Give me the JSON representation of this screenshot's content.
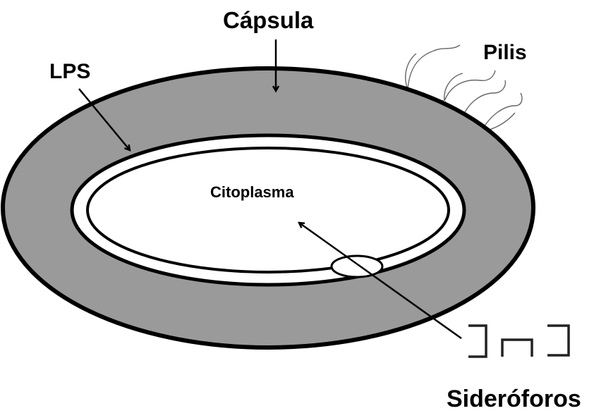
{
  "labels": {
    "capsula": "Cápsula",
    "pilis": "Pilis",
    "lps": "LPS",
    "citoplasma": "Citoplasma",
    "sideroforos": "Sideróforos"
  },
  "colors": {
    "capsule_fill": "#9a9a9a",
    "outline": "#000000",
    "membrane_fill": "#ffffff",
    "pili_stroke": "#555555",
    "siderophore_stroke": "#222222"
  }
}
